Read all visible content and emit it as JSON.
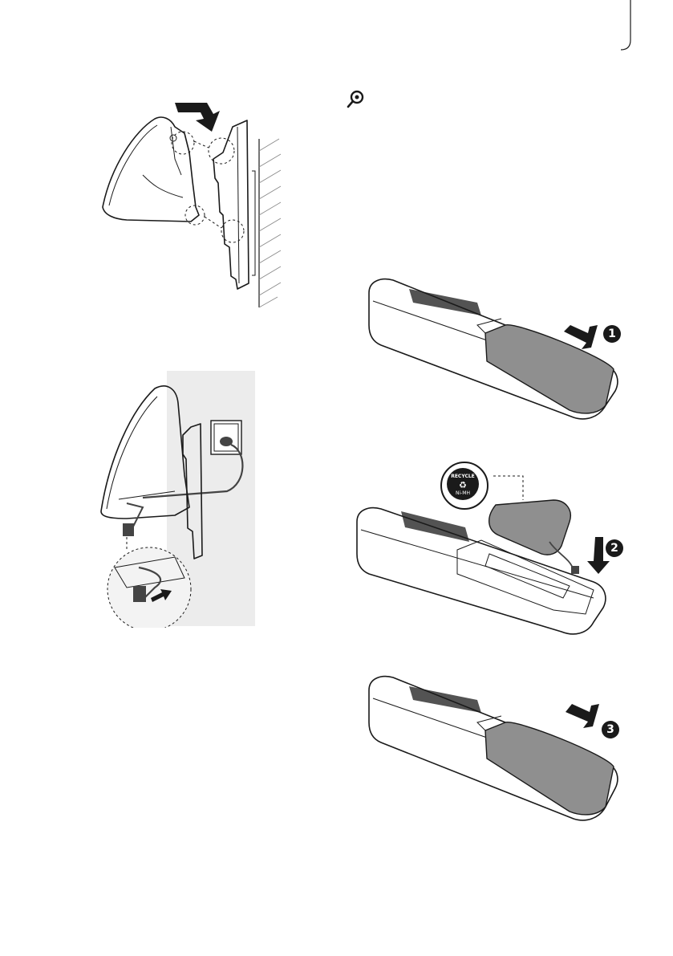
{
  "steps": {
    "step1": "1",
    "step2": "2",
    "step3": "3"
  },
  "battery_label": {
    "line1": "RECYCLE",
    "line2": "Ni-MH"
  },
  "icons": {
    "note": "note-icon"
  }
}
